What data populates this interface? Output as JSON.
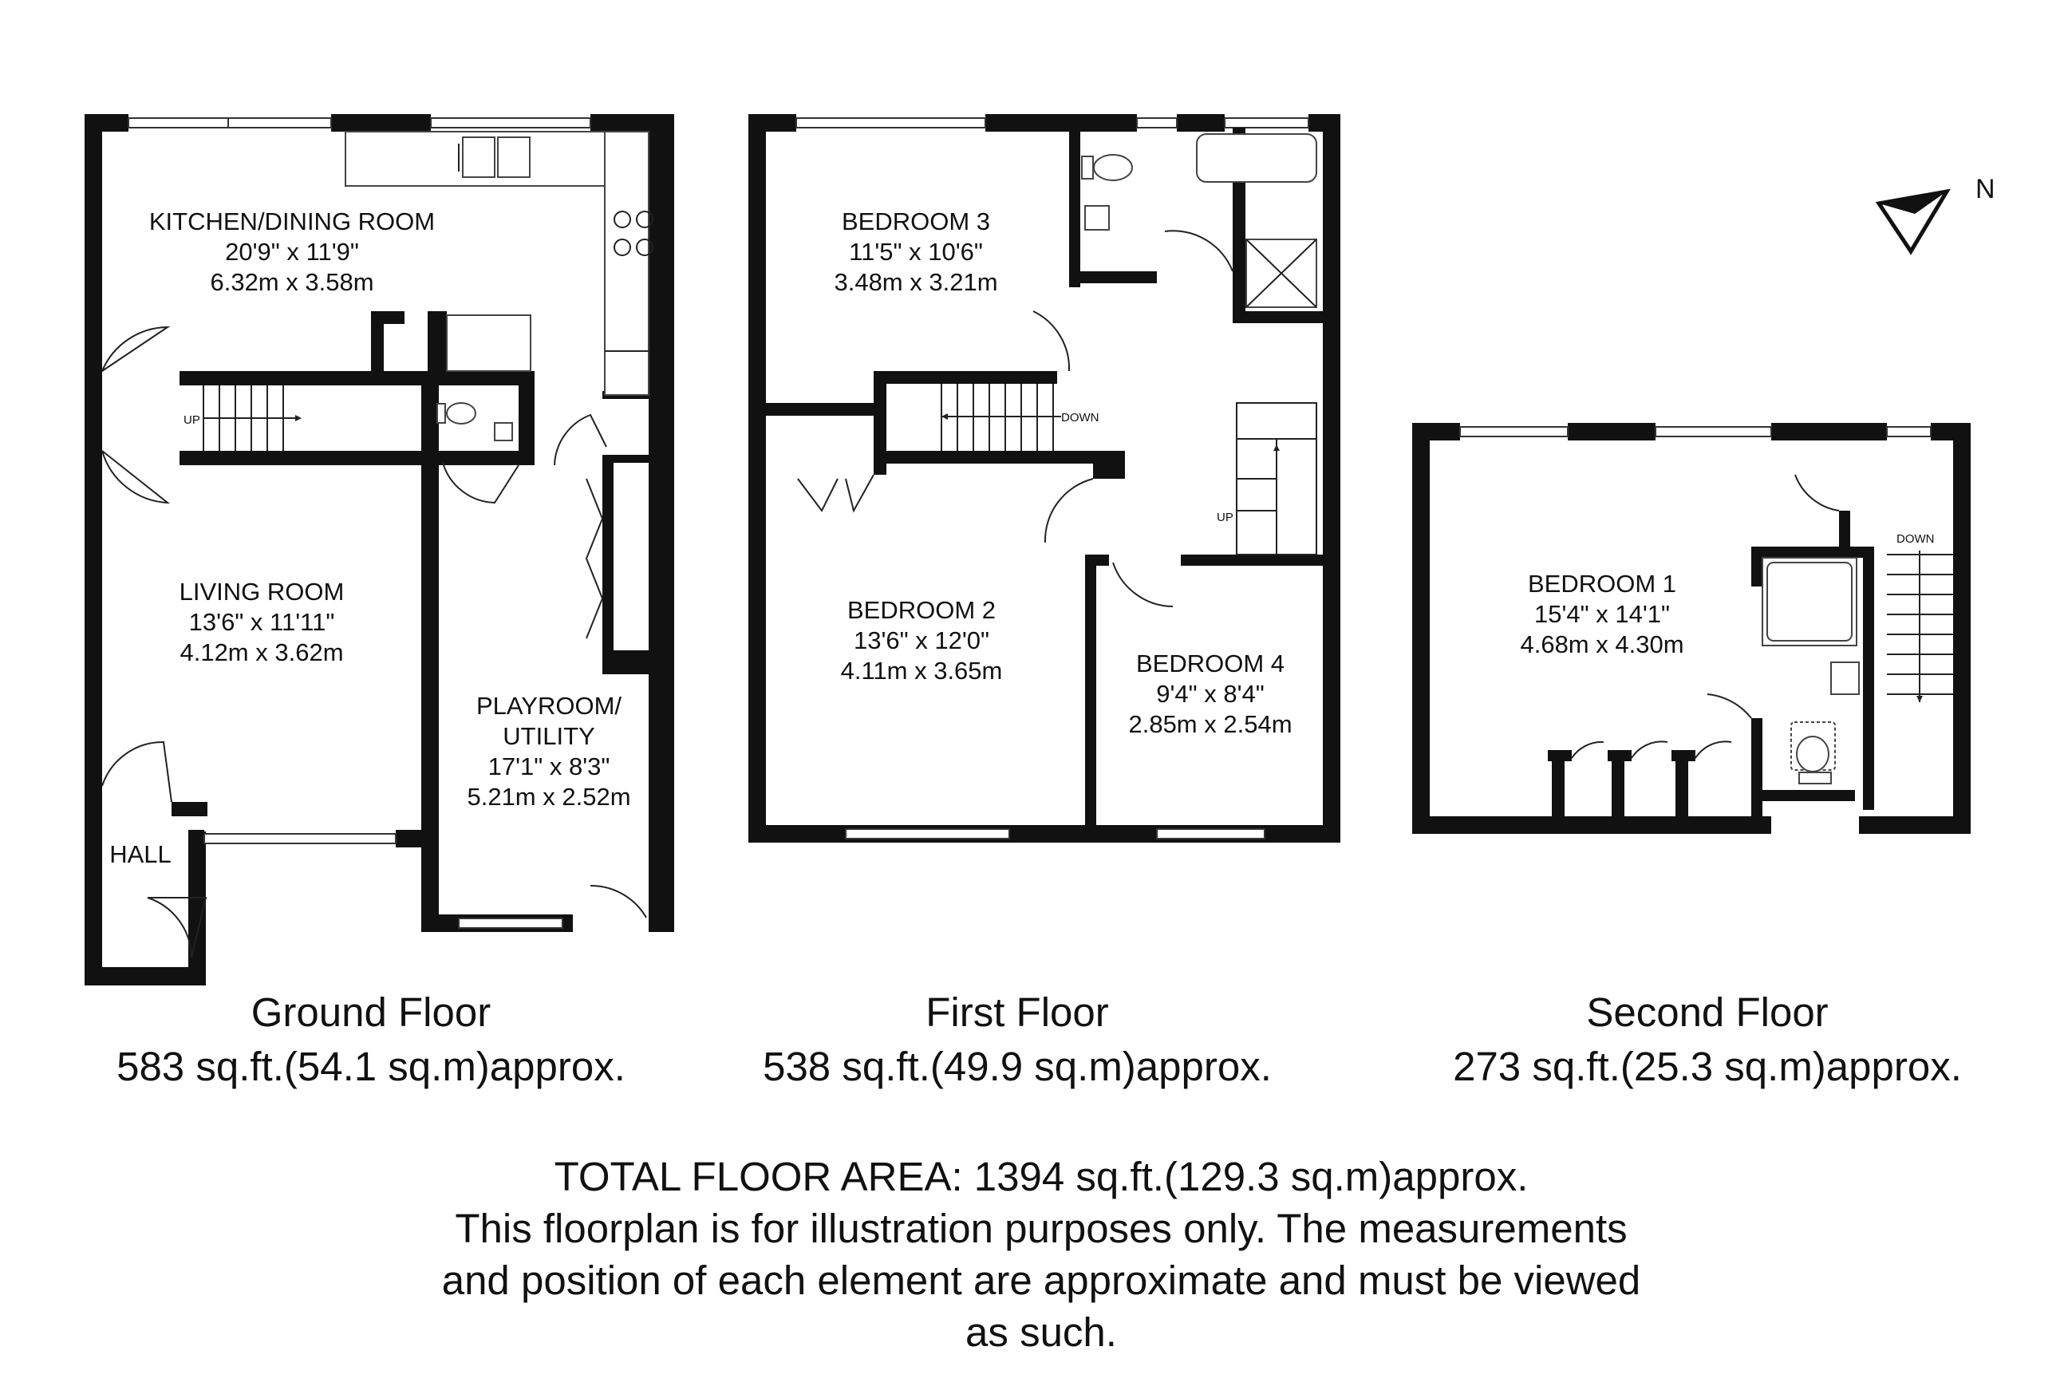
{
  "compass": {
    "label": "N"
  },
  "floors": [
    {
      "name": "Ground Floor",
      "area": "583 sq.ft.(54.1 sq.m)approx.",
      "rooms": [
        {
          "lines": [
            "KITCHEN/DINING ROOM",
            "20'9\" x 11'9\"",
            "6.32m x 3.58m"
          ]
        },
        {
          "lines": [
            "LIVING ROOM",
            "13'6\" x 11'11\"",
            "4.12m x 3.62m"
          ]
        },
        {
          "lines": [
            "PLAYROOM/",
            "UTILITY",
            "17'1\" x 8'3\"",
            "5.21m x 2.52m"
          ]
        },
        {
          "lines": [
            "HALL"
          ]
        }
      ],
      "stairs_label": "UP"
    },
    {
      "name": "First Floor",
      "area": "538 sq.ft.(49.9 sq.m)approx.",
      "rooms": [
        {
          "lines": [
            "BEDROOM 3",
            "11'5\" x 10'6\"",
            "3.48m x 3.21m"
          ]
        },
        {
          "lines": [
            "BEDROOM 2",
            "13'6\" x 12'0\"",
            "4.11m x 3.65m"
          ]
        },
        {
          "lines": [
            "BEDROOM 4",
            "9'4\" x 8'4\"",
            "2.85m x 2.54m"
          ]
        }
      ],
      "stairs_down_label": "DOWN",
      "stairs_up_label": "UP"
    },
    {
      "name": "Second Floor",
      "area": "273 sq.ft.(25.3 sq.m)approx.",
      "rooms": [
        {
          "lines": [
            "BEDROOM 1",
            "15'4\" x 14'1\"",
            "4.68m x 4.30m"
          ]
        }
      ],
      "stairs_label": "DOWN"
    }
  ],
  "footer": {
    "total": "TOTAL FLOOR AREA: 1394 sq.ft.(129.3 sq.m)approx.",
    "disclaimer_1": "This floorplan is for illustration purposes only. The measurements",
    "disclaimer_2": "and position of each element are approximate and must be viewed",
    "disclaimer_3": "as such."
  }
}
